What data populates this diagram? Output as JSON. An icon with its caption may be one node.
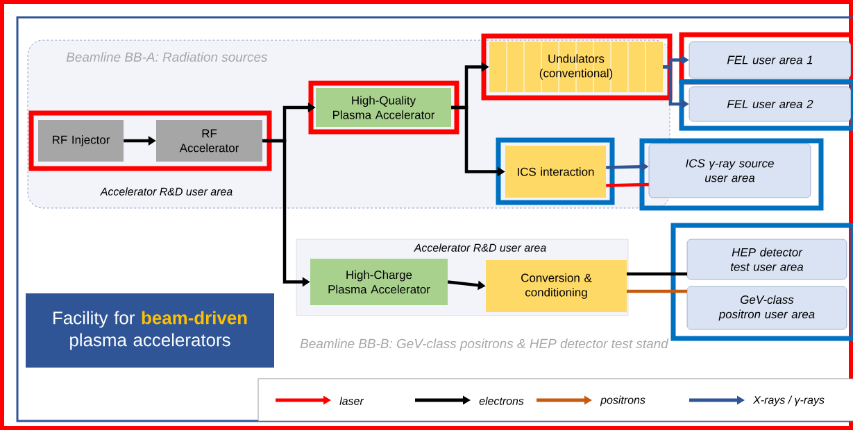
{
  "diagram": {
    "nodes": [
      {
        "text": [
          "Beamline BB-A: Radiation sources",
          "Accelerator R&D user area"
        ]
      },
      {
        "text": [
          "RF Injector"
        ],
        "in": 0
      },
      {
        "text": [
          "RF Accelerator"
        ],
        "in": 0
      },
      {
        "text": [
          "High-Quality Plasma Accelerator"
        ],
        "in": 0
      },
      {
        "text": [
          "Undulators (conventional)"
        ],
        "in": 0
      },
      {
        "text": [
          "FEL user area 1"
        ]
      },
      {
        "text": [
          "FEL user area 2"
        ]
      },
      {
        "text": [
          "ICS interaction"
        ],
        "in": 0
      },
      {
        "text": [
          "ICS γ-ray source user area"
        ]
      },
      {
        "text": [
          "Accelerator R&D user area"
        ]
      },
      {
        "text": [
          "High-Charge Plasma Accelerator"
        ],
        "in": 9
      },
      {
        "text": [
          "Conversion & conditioning"
        ],
        "in": 9
      },
      {
        "text": [
          "HEP detector test user area"
        ]
      },
      {
        "text": [
          "GeV-class positron user area"
        ]
      },
      {
        "text": [
          "Facility for **beam-driven** plasma accelerators"
        ]
      }
    ],
    "edges": [
      {
        "from": 1,
        "to": 2,
        "arrow": "to"
      },
      {
        "from": 2,
        "to": 3,
        "arrow": "to"
      },
      {
        "from": 2,
        "to": 10,
        "arrow": "to"
      },
      {
        "from": 3,
        "to": 4,
        "arrow": "to"
      },
      {
        "from": 3,
        "to": 7,
        "arrow": "to"
      },
      {
        "from": 4,
        "to": 5,
        "arrow": "to",
        "color": "#2f5597"
      },
      {
        "from": 4,
        "to": 6,
        "arrow": "to",
        "color": "#2f5597"
      },
      {
        "from": 7,
        "to": 8,
        "arrow": "to",
        "color": "#2f5597"
      },
      {
        "from": 8,
        "to": 7,
        "arrow": "none",
        "color": "#ff0000"
      },
      {
        "from": 10,
        "to": 11,
        "arrow": "to"
      },
      {
        "from": 11,
        "to": 12,
        "arrow": "none"
      },
      {
        "from": 11,
        "to": 13,
        "arrow": "none",
        "color": "#c55a11"
      }
    ],
    "labels": [
      "Beamline BB-B: GeV-class positrons & HEP detector test stand"
    ],
    "legend": [
      {
        "text": "laser",
        "color": "#ff0000"
      },
      {
        "text": "electrons",
        "color": "#000000"
      },
      {
        "text": "positrons",
        "color": "#c55a11"
      },
      {
        "text": "X-rays / γ-rays",
        "color": "#2f5597"
      }
    ]
  }
}
